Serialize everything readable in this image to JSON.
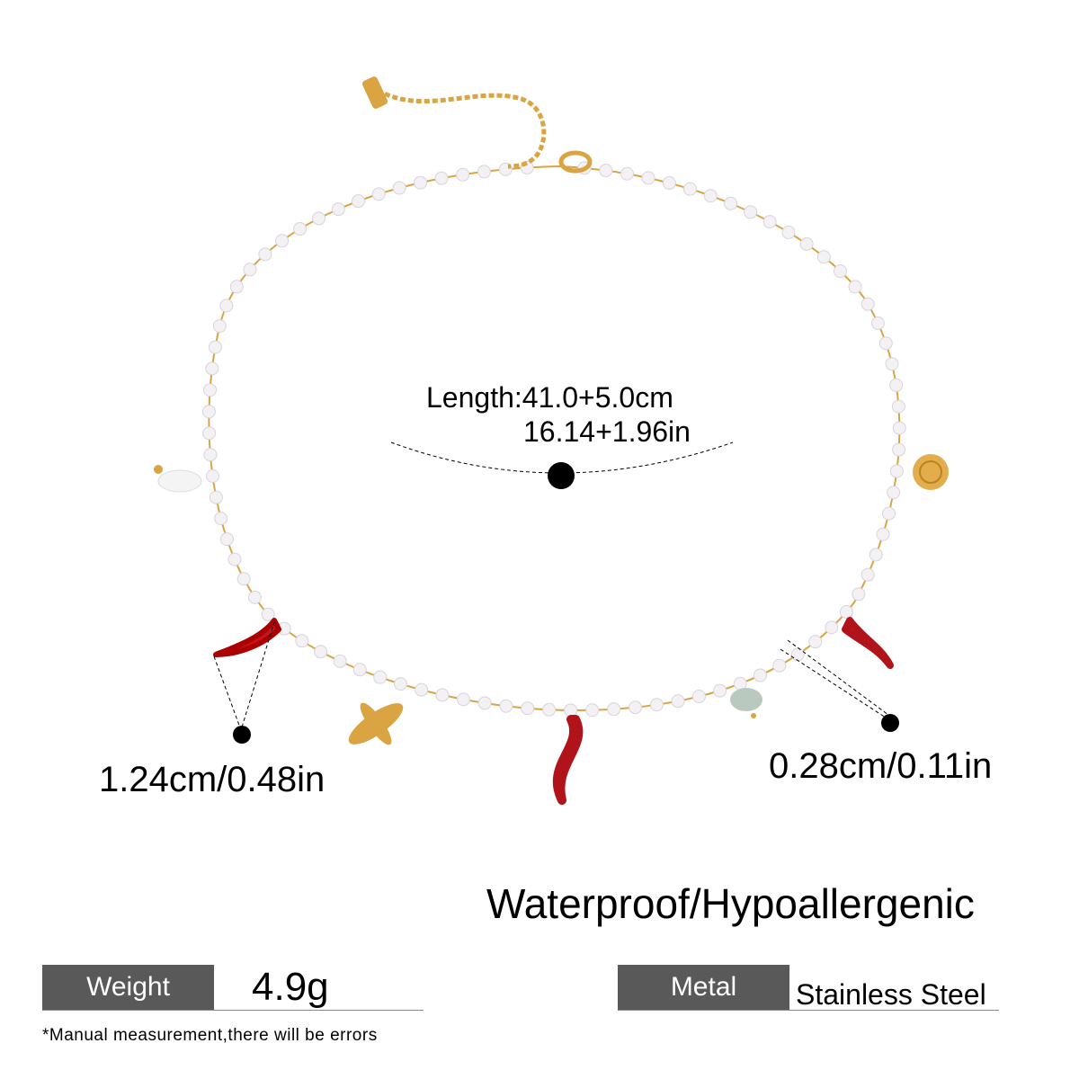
{
  "measurements": {
    "length_cm": "Length:41.0+5.0cm",
    "length_in": "16.14+1.96in",
    "charm_left": "1.24cm/0.48in",
    "charm_right": "0.28cm/0.11in"
  },
  "features": "Waterproof/Hypoallergenic",
  "specs": {
    "weight_label": "Weight",
    "weight_value": "4.9g",
    "metal_label": "Metal",
    "metal_value": "Stainless Steel"
  },
  "disclaimer": "*Manual measurement,there will be errors",
  "colors": {
    "gold": "#d9a441",
    "pearl": "#f3f1f4",
    "red": "#c8141c",
    "label_bg": "#595959"
  }
}
